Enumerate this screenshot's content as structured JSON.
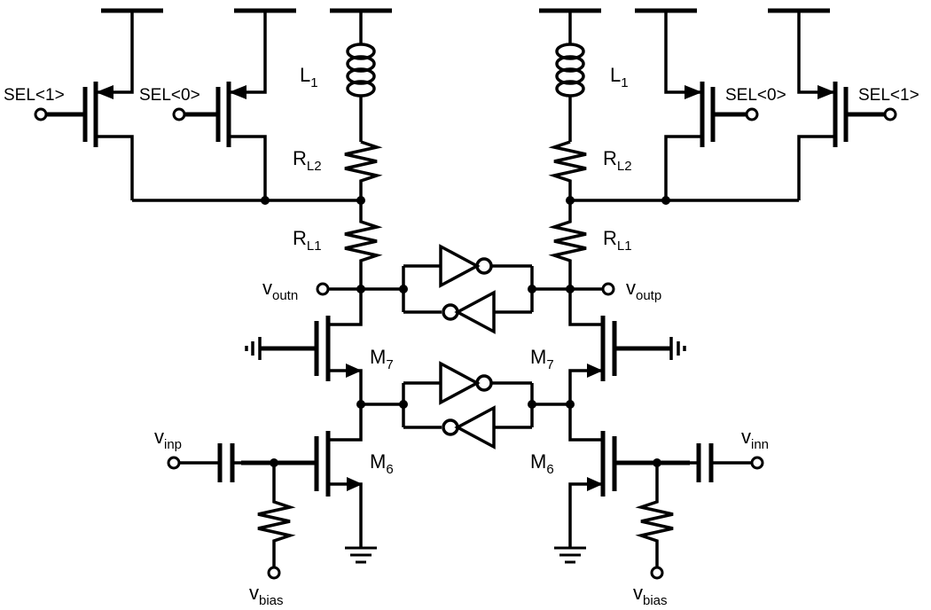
{
  "labels": {
    "sel1": "SEL<1>",
    "sel0": "SEL<0>",
    "L": "L",
    "L_sub": "1",
    "R": "R",
    "RL2_sub": "L2",
    "RL1_sub": "L1",
    "M": "M",
    "M7_sub": "7",
    "M6_sub": "6",
    "v": "v",
    "outn_sub": "outn",
    "outp_sub": "outp",
    "inp_sub": "inp",
    "inn_sub": "inn",
    "bias_sub": "bias"
  }
}
